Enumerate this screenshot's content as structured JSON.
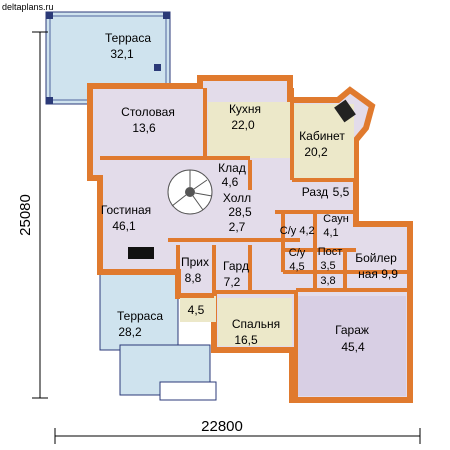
{
  "watermark": "deltaplans.ru",
  "dimensions": {
    "width": "22800",
    "height": "25080"
  },
  "colors": {
    "wall": "#e07a2e",
    "terrace": "#cfe3ee",
    "room": "#e3dcea",
    "bedroom": "#ece8c9",
    "garage": "#d8cfe4",
    "outline": "#2b3a78"
  },
  "rooms": [
    {
      "id": "terrace-top",
      "name": "Терраса",
      "area": "32,1"
    },
    {
      "id": "dining",
      "name": "Столовая",
      "area": "13,6"
    },
    {
      "id": "kitchen",
      "name": "Кухня",
      "area": "22,0"
    },
    {
      "id": "office",
      "name": "Кабинет",
      "area": "20,2"
    },
    {
      "id": "pantry",
      "name": "Клад",
      "area": "4,6"
    },
    {
      "id": "hall",
      "name": "Холл",
      "area": "28,5"
    },
    {
      "id": "hall-2",
      "name": "",
      "area": "2,7"
    },
    {
      "id": "dressing-1",
      "name": "Разд",
      "area": "5,5"
    },
    {
      "id": "sauna",
      "name": "Саун",
      "area": "4,1"
    },
    {
      "id": "bath-1",
      "name": "С/у",
      "area": "4,2"
    },
    {
      "id": "living",
      "name": "Гостиная",
      "area": "46,1"
    },
    {
      "id": "entry",
      "name": "Прих",
      "area": "8,8"
    },
    {
      "id": "wardrobe",
      "name": "Гард",
      "area": "7,2"
    },
    {
      "id": "bath-2",
      "name": "С/у",
      "area": "4,5"
    },
    {
      "id": "post",
      "name": "Пост",
      "area": "3,5"
    },
    {
      "id": "room-38",
      "name": "",
      "area": "3,8"
    },
    {
      "id": "boiler",
      "name": "Бойлер",
      "area": "ная 9,9"
    },
    {
      "id": "terrace-bottom",
      "name": "Терраса",
      "area": "28,2"
    },
    {
      "id": "vestibule",
      "name": "",
      "area": "4,5"
    },
    {
      "id": "bedroom",
      "name": "Спальня",
      "area": "16,5"
    },
    {
      "id": "garage",
      "name": "Гараж",
      "area": "45,4"
    }
  ]
}
